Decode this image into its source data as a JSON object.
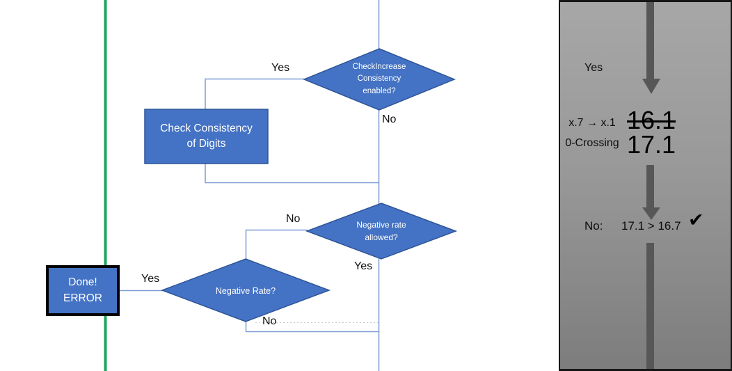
{
  "slide": {
    "type": "flowchart-slide"
  },
  "flowchart": {
    "decision_check_increase": "CheckIncrease\nConsistency\nenabled?",
    "process_check_consistency": "Check Consistency\nof Digits",
    "decision_negative_allowed": "Negative rate\nallowed?",
    "decision_negative_rate": "Negative Rate?",
    "terminator_error": "Done!\nERROR",
    "labels": {
      "yes_top": "Yes",
      "no_top": "No",
      "no_mid": "No",
      "yes_mid": "Yes",
      "yes_bottom": "Yes",
      "no_bottom": "No"
    }
  },
  "panel": {
    "yes_label": "Yes",
    "case_label": "x.7 → x.1\n0-Crossing",
    "old_value": "16.1",
    "new_value": "17.1",
    "no_label": "No:",
    "comparison": "17.1 > 16.7",
    "checkmark": "✔"
  },
  "colors": {
    "shape_blue": "#4472C4",
    "shape_border": "#2F5597",
    "connector_blue": "#7D9BD6",
    "green_line": "#1CA45C",
    "arrow_gray": "#575757",
    "panel_gray_top": "#A7A7A7",
    "panel_gray_bottom": "#7D7D7D",
    "error_box_border": "#000000"
  }
}
